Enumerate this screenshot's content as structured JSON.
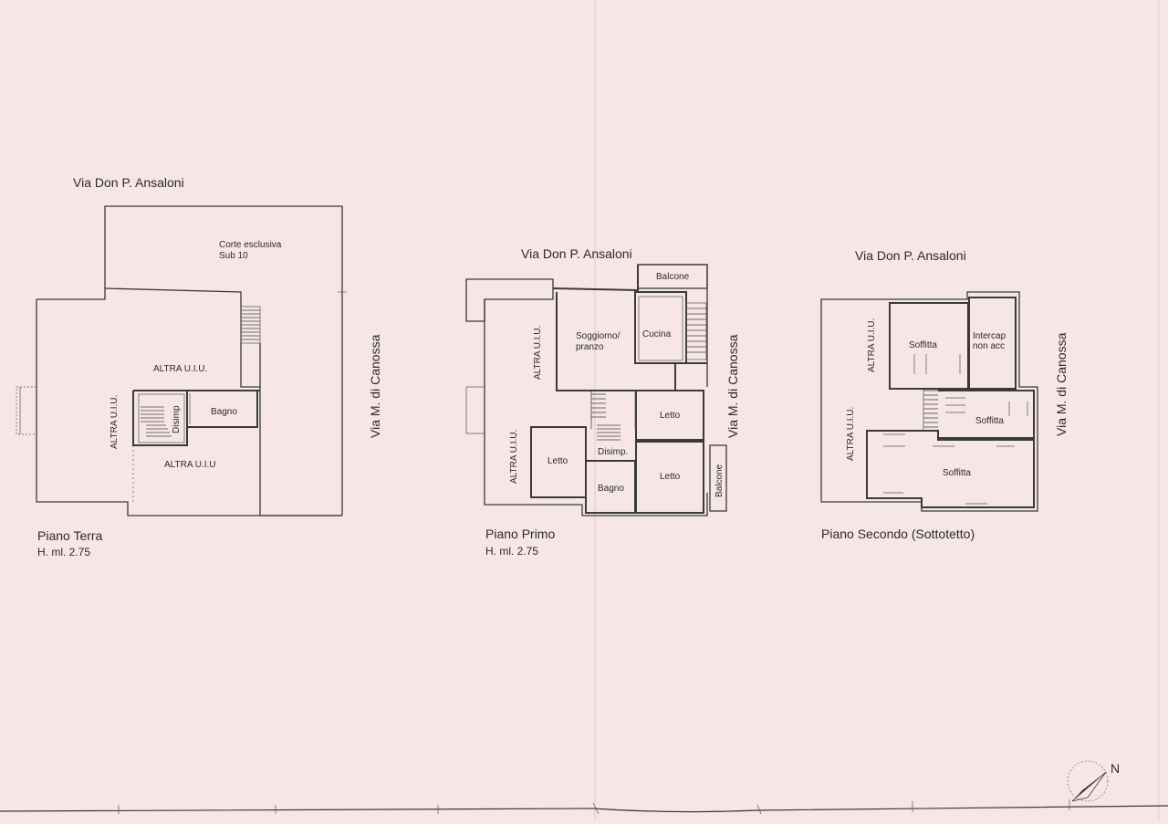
{
  "plans": {
    "ground": {
      "street_top": "Via Don P. Ansaloni",
      "street_side": "Via M. di Canossa",
      "court_label": "Corte esclusiva",
      "court_sub": "Sub 10",
      "other_unit_top": "ALTRA U.I.U.",
      "other_unit_left": "ALTRA U.I.U.",
      "other_unit_bottom": "ALTRA U.I.U",
      "disimp": "Disimp",
      "bagno": "Bagno",
      "title": "Piano Terra",
      "height": "H. ml. 2.75"
    },
    "first": {
      "street_top": "Via Don P. Ansaloni",
      "street_side": "Via M. di Canossa",
      "balcone_top": "Balcone",
      "soggiorno_1": "Soggiorno/",
      "soggiorno_2": "pranzo",
      "cucina": "Cucina",
      "other_unit_a": "ALTRA U.I.U.",
      "other_unit_b": "ALTRA U.I.U.",
      "letto_left": "Letto",
      "disimp": "Disimp.",
      "bagno": "Bagno",
      "letto_right_top": "Letto",
      "letto_right_bottom": "Letto",
      "balcone_side": "Balcone",
      "title": "Piano Primo",
      "height": "H. ml. 2.75"
    },
    "second": {
      "street_top": "Via Don P. Ansaloni",
      "street_side": "Via M. di Canossa",
      "other_unit_a": "ALTRA U.I.U.",
      "other_unit_b": "ALTRA U.I.U.",
      "soffitta_top": "Soffitta",
      "intercap_1": "Intercap",
      "intercap_2": "non acc",
      "soffitta_right": "Soffitta",
      "soffitta_bottom": "Soffitta",
      "title": "Piano Secondo (Sottotetto)"
    }
  },
  "compass": {
    "north": "N",
    "icon": "north-arrow-icon"
  },
  "colors": {
    "paper": "#f6e6e6",
    "ink": "#3a3a3a"
  }
}
